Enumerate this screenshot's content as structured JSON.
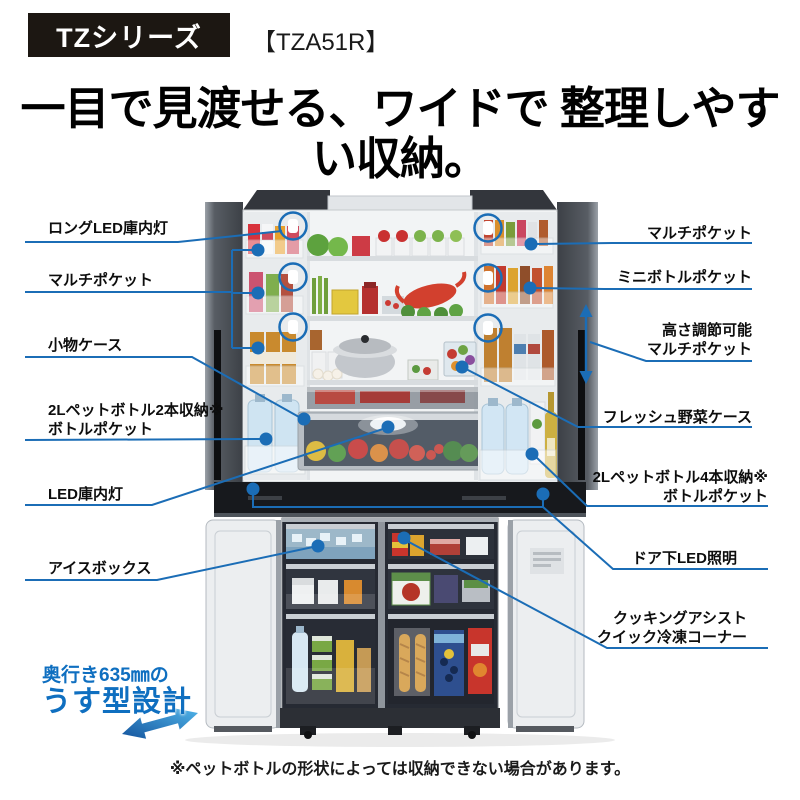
{
  "header": {
    "series_badge": "TZシリーズ",
    "model": "【TZA51R】",
    "headline_line1": "一目で見渡せる、ワイドで",
    "headline_line2": "整理しやすい収納。"
  },
  "callouts_left": [
    {
      "label": "ロングLED庫内灯"
    },
    {
      "label": "マルチポケット"
    },
    {
      "label": "小物ケース"
    },
    {
      "label": "2Lペットボトル2本収納※",
      "label2": "ボトルポケット"
    },
    {
      "label": "LED庫内灯"
    },
    {
      "label": "アイスボックス"
    }
  ],
  "callouts_right": [
    {
      "label": "マルチポケット"
    },
    {
      "label": "ミニボトルポケット"
    },
    {
      "label": "高さ調節可能",
      "label2": "マルチポケット"
    },
    {
      "label": "フレッシュ野菜ケース"
    },
    {
      "label": "2Lペットボトル4本収納※",
      "label2": "ボトルポケット"
    },
    {
      "label": "ドア下LED照明"
    },
    {
      "label": "クッキングアシスト",
      "label2": "クイック冷凍コーナー"
    }
  ],
  "depth_feature": {
    "line1": "奥行き635㎜の",
    "line2": "うす型設計"
  },
  "footnote": "※ペットボトルの形状によっては収納できない場合があります。",
  "icons": {
    "height_adjust": "vertical-double-arrow",
    "depth": "diagonal-double-arrow",
    "led_highlight": "circle-ring",
    "callout_point": "filled-dot"
  },
  "colors": {
    "callout_blue": "#1b6db6",
    "feature_blue": "#0f6fc0",
    "badge_bg": "#1c1712",
    "text_black": "#0d0d0d"
  }
}
